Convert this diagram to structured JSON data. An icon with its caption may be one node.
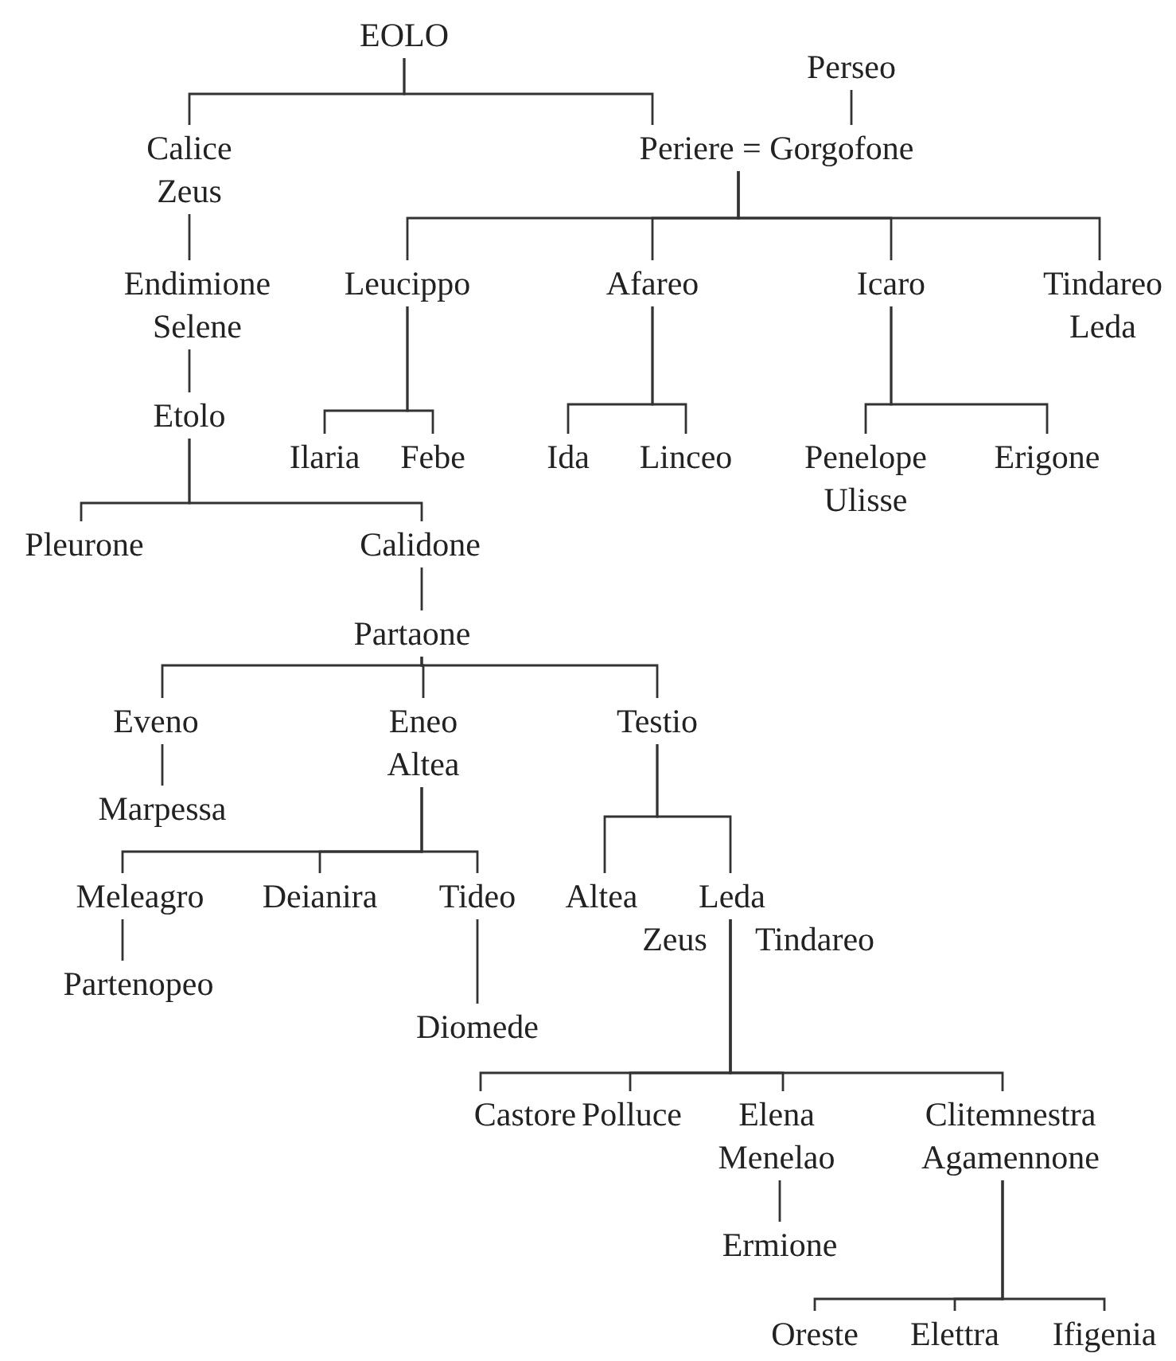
{
  "diagram": {
    "nodes": [
      {
        "text": [
          "EOLO"
        ]
      },
      {
        "text": [
          "Perseo"
        ]
      },
      {
        "text": [
          "Calice",
          "Zeus"
        ]
      },
      {
        "text": [
          "Periere = Gorgofone"
        ]
      },
      {
        "text": [
          "Endimione",
          "Selene"
        ]
      },
      {
        "text": [
          "Leucippo"
        ]
      },
      {
        "text": [
          "Afareo"
        ]
      },
      {
        "text": [
          "Icaro"
        ]
      },
      {
        "text": [
          "Tindareo",
          "Leda"
        ]
      },
      {
        "text": [
          "Etolo"
        ]
      },
      {
        "text": [
          "Ilaria"
        ]
      },
      {
        "text": [
          "Febe"
        ]
      },
      {
        "text": [
          "Ida"
        ]
      },
      {
        "text": [
          "Linceo"
        ]
      },
      {
        "text": [
          "Penelope",
          "Ulisse"
        ]
      },
      {
        "text": [
          "Erigone"
        ]
      },
      {
        "text": [
          "Pleurone"
        ]
      },
      {
        "text": [
          "Calidone"
        ]
      },
      {
        "text": [
          "Partaone"
        ]
      },
      {
        "text": [
          "Eveno"
        ]
      },
      {
        "text": [
          "Eneo",
          "Altea"
        ]
      },
      {
        "text": [
          "Testio"
        ]
      },
      {
        "text": [
          "Marpessa"
        ]
      },
      {
        "text": [
          "Meleagro"
        ]
      },
      {
        "text": [
          "Deianira"
        ]
      },
      {
        "text": [
          "Tideo"
        ]
      },
      {
        "text": [
          "Altea"
        ]
      },
      {
        "text": [
          "Leda"
        ],
        "beside": [
          "Zeus",
          "Tindareo"
        ]
      },
      {
        "text": [
          "Partenopeo"
        ]
      },
      {
        "text": [
          "Diomede"
        ]
      },
      {
        "text": [
          "Castore"
        ]
      },
      {
        "text": [
          "Polluce"
        ]
      },
      {
        "text": [
          "Elena",
          "Menelao"
        ]
      },
      {
        "text": [
          "Clitemnestra",
          "Agamennone"
        ]
      },
      {
        "text": [
          "Ermione"
        ]
      },
      {
        "text": [
          "Oreste"
        ]
      },
      {
        "text": [
          "Elettra"
        ]
      },
      {
        "text": [
          "Ifigenia"
        ]
      }
    ],
    "edges": [
      {
        "from": 0,
        "to": 2,
        "arrow": "none"
      },
      {
        "from": 0,
        "to": 3,
        "arrow": "none"
      },
      {
        "from": 1,
        "to": 3,
        "arrow": "none"
      },
      {
        "from": 3,
        "to": 5,
        "arrow": "none"
      },
      {
        "from": 3,
        "to": 6,
        "arrow": "none"
      },
      {
        "from": 3,
        "to": 7,
        "arrow": "none"
      },
      {
        "from": 3,
        "to": 8,
        "arrow": "none"
      },
      {
        "from": 2,
        "to": 4,
        "arrow": "none"
      },
      {
        "from": 4,
        "to": 9,
        "arrow": "none"
      },
      {
        "from": 5,
        "to": 10,
        "arrow": "none"
      },
      {
        "from": 5,
        "to": 11,
        "arrow": "none"
      },
      {
        "from": 6,
        "to": 12,
        "arrow": "none"
      },
      {
        "from": 6,
        "to": 13,
        "arrow": "none"
      },
      {
        "from": 7,
        "to": 14,
        "arrow": "none"
      },
      {
        "from": 7,
        "to": 15,
        "arrow": "none"
      },
      {
        "from": 9,
        "to": 16,
        "arrow": "none"
      },
      {
        "from": 9,
        "to": 17,
        "arrow": "none"
      },
      {
        "from": 17,
        "to": 18,
        "arrow": "none"
      },
      {
        "from": 18,
        "to": 19,
        "arrow": "none"
      },
      {
        "from": 18,
        "to": 20,
        "arrow": "none"
      },
      {
        "from": 18,
        "to": 21,
        "arrow": "none"
      },
      {
        "from": 19,
        "to": 22,
        "arrow": "none"
      },
      {
        "from": 20,
        "to": 23,
        "arrow": "none"
      },
      {
        "from": 20,
        "to": 24,
        "arrow": "none"
      },
      {
        "from": 20,
        "to": 25,
        "arrow": "none"
      },
      {
        "from": 21,
        "to": 26,
        "arrow": "none"
      },
      {
        "from": 21,
        "to": 27,
        "arrow": "none"
      },
      {
        "from": 23,
        "to": 28,
        "arrow": "none"
      },
      {
        "from": 25,
        "to": 29,
        "arrow": "none"
      },
      {
        "from": 27,
        "to": 30,
        "arrow": "none"
      },
      {
        "from": 27,
        "to": 31,
        "arrow": "none"
      },
      {
        "from": 27,
        "to": 32,
        "arrow": "none"
      },
      {
        "from": 27,
        "to": 33,
        "arrow": "none"
      },
      {
        "from": 32,
        "to": 34,
        "arrow": "none"
      },
      {
        "from": 33,
        "to": 35,
        "arrow": "none"
      },
      {
        "from": 33,
        "to": 36,
        "arrow": "none"
      },
      {
        "from": 33,
        "to": 37,
        "arrow": "none"
      }
    ]
  }
}
